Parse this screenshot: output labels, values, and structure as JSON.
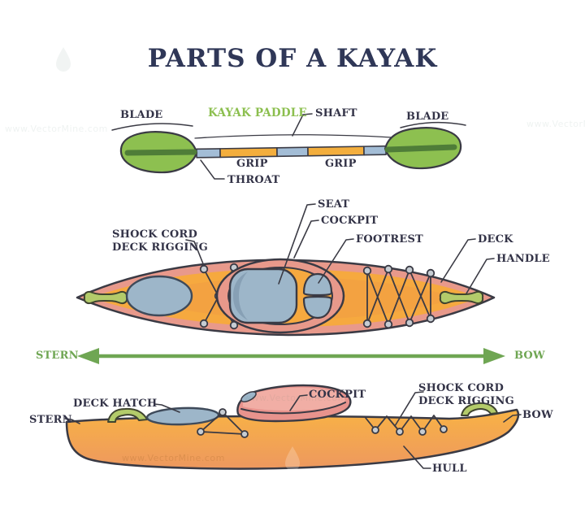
{
  "title": "PARTS OF A KAYAK",
  "watermark": {
    "url_text": "www.VectorMine.com"
  },
  "colors": {
    "title_navy": "#2f3757",
    "label_ink": "#333347",
    "accent_green": "#8cbf4f",
    "direction_green": "#6fa653",
    "blade_green": "#8dc050",
    "blade_stripe_green": "#4f7d38",
    "shaft_blue": "#a3bdd6",
    "shaft_orange": "#f3ae3d",
    "deck_orange": "#f6a93f",
    "rim_salmon": "#e8998b",
    "hatch_blue": "#9db6c9",
    "handle_green": "#b3cb6a",
    "hull_shadow_orange": "#ed9760",
    "outline_ink": "#3a3a44"
  },
  "paddle": {
    "section_label": "KAYAK PADDLE",
    "labels": {
      "blade_left": "BLADE",
      "shaft": "SHAFT",
      "blade_right": "BLADE",
      "grip_left": "GRIP",
      "grip_right": "GRIP",
      "throat": "THROAT"
    }
  },
  "top_view": {
    "labels": {
      "shock_cord": "SHOCK CORD",
      "deck_rigging": "DECK RIGGING",
      "seat": "SEAT",
      "cockpit": "COCKPIT",
      "footrest": "FOOTREST",
      "deck": "DECK",
      "handle": "HANDLE"
    }
  },
  "direction": {
    "stern": "STERN",
    "bow": "BOW"
  },
  "side_view": {
    "labels": {
      "stern": "STERN",
      "deck_hatch": "DECK HATCH",
      "cockpit": "COCKPIT",
      "shock_cord": "SHOCK CORD",
      "deck_rigging": "DECK RIGGING",
      "bow": "BOW",
      "hull": "HULL"
    }
  }
}
